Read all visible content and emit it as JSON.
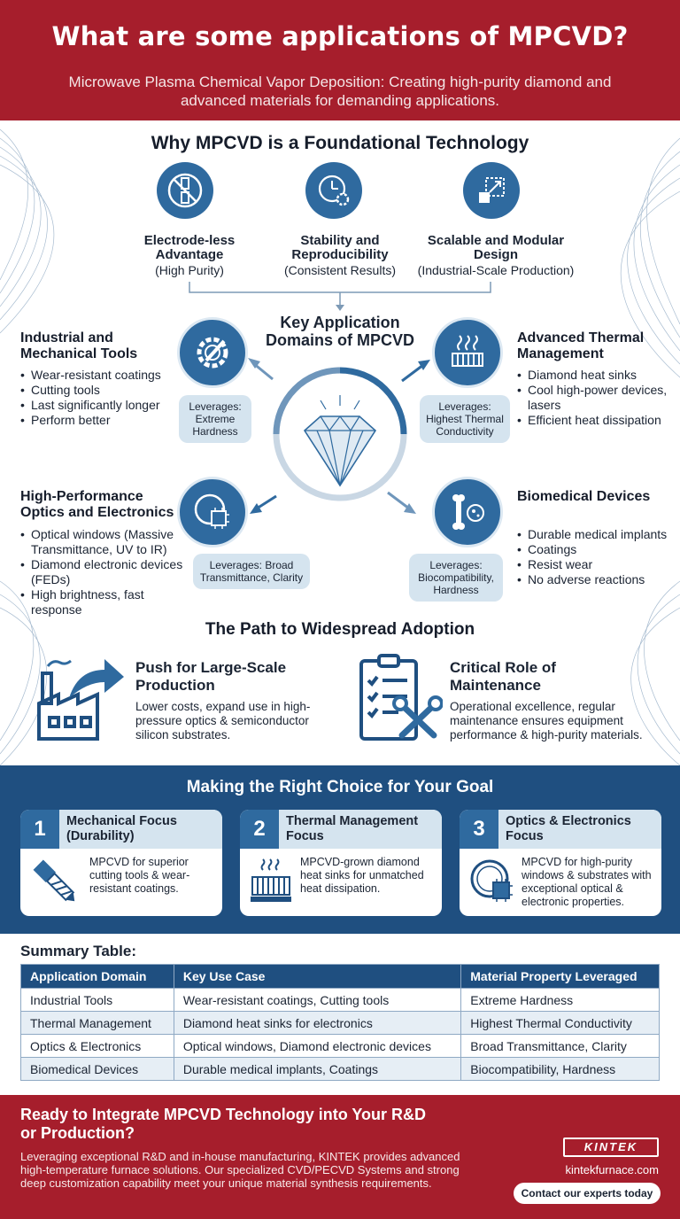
{
  "header": {
    "title": "What are some applications of MPCVD?",
    "subtitle": "Microwave Plasma Chemical Vapor Deposition: Creating high-purity diamond and advanced materials for demanding applications."
  },
  "foundation": {
    "title": "Why MPCVD is a Foundational Technology",
    "items": [
      {
        "title": "Electrode-less Advantage",
        "sub": "(High Purity)",
        "icon": "no-electrode-icon"
      },
      {
        "title": "Stability and Reproducibility",
        "sub": "(Consistent Results)",
        "icon": "clock-gear-icon"
      },
      {
        "title": "Scalable and Modular Design",
        "sub": "(Industrial-Scale Production)",
        "icon": "scale-up-icon"
      }
    ]
  },
  "domains": {
    "center_title": "Key Application Domains of MPCVD",
    "items": [
      {
        "title": "Industrial and Mechanical Tools",
        "bullets": [
          "Wear-resistant coatings",
          "Cutting tools",
          "Last significantly longer",
          "Perform better"
        ],
        "leverage": "Leverages: Extreme Hardness",
        "icon": "gear-tool-icon"
      },
      {
        "title": "Advanced Thermal Management",
        "bullets": [
          "Diamond heat sinks",
          "Cool high-power devices, lasers",
          "Efficient heat dissipation"
        ],
        "leverage": "Leverages: Highest Thermal Conductivity",
        "icon": "heat-sink-icon"
      },
      {
        "title": "High-Performance Optics and Electronics",
        "bullets": [
          "Optical windows (Massive Transmittance, UV to IR)",
          "Diamond electronic devices (FEDs)",
          "High brightness, fast response"
        ],
        "leverage": "Leverages: Broad Transmittance, Clarity",
        "icon": "optics-chip-icon"
      },
      {
        "title": "Biomedical Devices",
        "bullets": [
          "Durable medical implants",
          "Coatings",
          "Resist wear",
          "No adverse reactions"
        ],
        "leverage": "Leverages: Biocompatibility, Hardness",
        "icon": "bone-cell-icon"
      }
    ]
  },
  "adoption": {
    "title": "The Path to Widespread Adoption",
    "items": [
      {
        "title": "Push for Large-Scale Production",
        "text": "Lower costs, expand use in high-pressure optics & semiconductor silicon substrates.",
        "icon": "factory-arrow-icon"
      },
      {
        "title": "Critical Role of Maintenance",
        "text": "Operational excellence, regular maintenance ensures equipment performance & high-purity materials.",
        "icon": "checklist-wrench-icon"
      }
    ]
  },
  "choice": {
    "title": "Making the Right Choice for Your Goal",
    "cards": [
      {
        "num": "1",
        "title": "Mechanical Focus (Durability)",
        "text": "MPCVD for superior cutting tools & wear-resistant coatings.",
        "icon": "drill-bit-icon"
      },
      {
        "num": "2",
        "title": "Thermal Management Focus",
        "text": "MPCVD-grown diamond heat sinks for unmatched heat dissipation.",
        "icon": "heat-sink-icon"
      },
      {
        "num": "3",
        "title": "Optics & Electronics Focus",
        "text": "MPCVD for high-purity windows & substrates with exceptional optical & electronic properties.",
        "icon": "optics-chip-icon"
      }
    ]
  },
  "table": {
    "title": "Summary Table:",
    "headers": [
      "Application Domain",
      "Key Use Case",
      "Material Property Leveraged"
    ],
    "rows": [
      [
        "Industrial Tools",
        "Wear-resistant coatings, Cutting tools",
        "Extreme Hardness"
      ],
      [
        "Thermal Management",
        "Diamond heat sinks for electronics",
        "Highest Thermal Conductivity"
      ],
      [
        "Optics & Electronics",
        "Optical windows, Diamond electronic devices",
        "Broad Transmittance, Clarity"
      ],
      [
        "Biomedical Devices",
        "Durable medical implants, Coatings",
        "Biocompatibility, Hardness"
      ]
    ]
  },
  "footer": {
    "title": "Ready to Integrate MPCVD Technology into Your R&D or Production?",
    "text": "Leveraging exceptional R&D and in-house manufacturing, KINTEK provides advanced high-temperature furnace solutions. Our specialized CVD/PECVD Systems and strong deep customization capability meet your unique material synthesis requirements.",
    "logo": "KINTEK",
    "site": "kintekfurnace.com",
    "cta": "Contact our experts today"
  },
  "colors": {
    "brand_red": "#a61e2c",
    "navy": "#1f4f80",
    "icon_blue": "#2f6a9f",
    "light_blue": "#d5e4ef"
  }
}
